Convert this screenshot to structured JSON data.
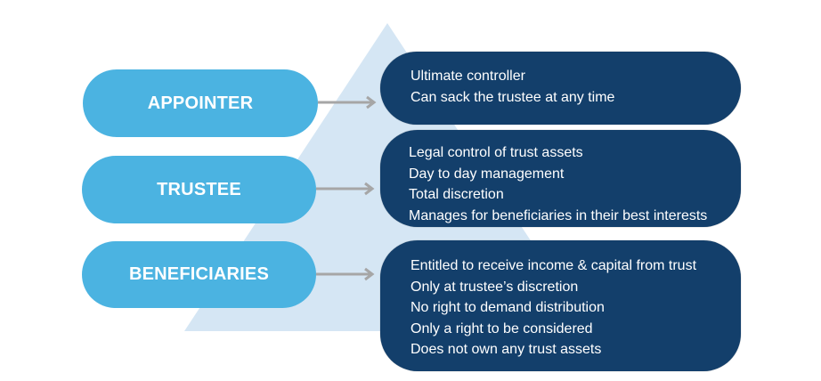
{
  "diagram": {
    "title_hidden": "",
    "levels": [
      {
        "role": "APPOINTER",
        "points": [
          "Ultimate controller",
          "Can sack the trustee at any time"
        ]
      },
      {
        "role": "TRUSTEE",
        "points": [
          "Legal control of trust assets",
          "Day to day management",
          "Total discretion",
          "Manages for beneficiaries in their best interests"
        ]
      },
      {
        "role": "BENEFICIARIES",
        "points": [
          "Entitled to receive income & capital from trust",
          "Only at trustee’s discretion",
          "No right to demand distribution",
          "Only a right to be considered",
          "Does not own any trust assets"
        ]
      }
    ],
    "colors": {
      "pill": "#4bb3e1",
      "box": "#133f6b",
      "triangle": "#d5e6f4",
      "arrow": "#a6a6a6"
    }
  }
}
